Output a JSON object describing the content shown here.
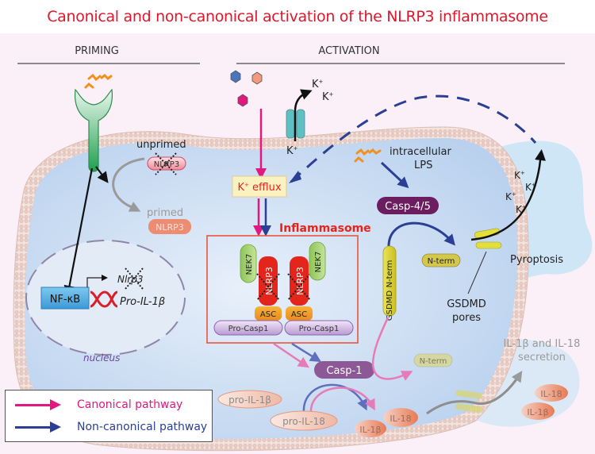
{
  "title": "Canonical and non-canonical activation of the NLRP3 inflammasome",
  "sections": {
    "priming": "PRIMING",
    "activation": "ACTIVATION"
  },
  "priming": {
    "unprimed_label": "unprimed",
    "unprimed_protein": "NLRP3",
    "primed_label": "primed",
    "primed_protein": "NLRP3",
    "nfkb": "NF-κB",
    "gene_nlrp3": "Nlrp3",
    "gene_pro_il1b": "Pro-IL-1β",
    "nucleus": "nucleus"
  },
  "activation": {
    "k_out_1": "K",
    "k_out_2": "K",
    "k_in": "K",
    "k_sup": "+",
    "k_efflux_k": "K",
    "k_efflux_sup": "+",
    "k_efflux_text": " efflux",
    "inflammasome_label": "Inflammasome",
    "nek7_left": "NEK7",
    "nek7_right": "NEK7",
    "nlrp3_left": "NLRP3",
    "nlrp3_right": "NLRP3",
    "asc_left": "ASC",
    "asc_right": "ASC",
    "procasp1_left": "Pro-Casp1",
    "procasp1_right": "Pro-Casp1",
    "lps_label_1": "intracellular",
    "lps_label_2": "LPS",
    "casp45": "Casp-4/5",
    "gsdmd": "GSDMD",
    "gsdmd_nterm": "N-term",
    "nterm_right": "N-term",
    "nterm_lower": "N-term",
    "pores_label_1": "GSDMD",
    "pores_label_2": "pores",
    "pyroptosis": "Pyroptosis",
    "k_pyro": [
      "K",
      "K",
      "K",
      "K"
    ],
    "casp1": "Casp-1",
    "pro_il1b": "pro-IL-1β",
    "pro_il18": "pro-IL-18",
    "il1b": "IL-1β",
    "il18": "IL-18",
    "secretion_1": "IL-1β and IL-18",
    "secretion_2": "secretion",
    "secreted_il18": "IL-18",
    "secreted_il1b": "IL-1β"
  },
  "legend": {
    "canonical": "Canonical pathway",
    "non_canonical": "Non-canonical pathway",
    "canonical_color": "#e0187f",
    "non_canonical_color": "#2b3f95"
  },
  "colors": {
    "title": "#e0162b",
    "cell": "#c9dcf2",
    "membrane": "#e5c9c2",
    "inflammasome_red": "#e3251c"
  }
}
